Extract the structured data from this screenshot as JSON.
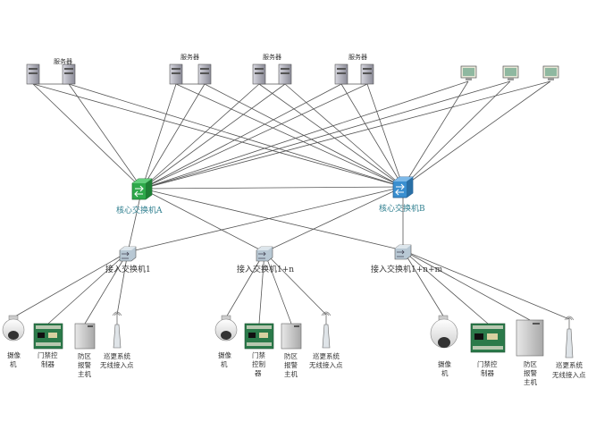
{
  "servers": {
    "group_labels": [
      "服务器",
      "服务器",
      "服务器",
      "服务器"
    ]
  },
  "core_switches": {
    "a_label": "核心交换机A",
    "b_label": "核心交换机B"
  },
  "access_switches": {
    "s1_label": "接入交换机1",
    "s2_label": "接入交换机1+n",
    "s3_label": "接入交换机1+n+m"
  },
  "endpoints": {
    "camera_label": [
      "摄像",
      "机"
    ],
    "door_label": [
      "门禁控",
      "制器"
    ],
    "door_label_mid": [
      "门禁",
      "控制",
      "器"
    ],
    "alarm_label": [
      "防区",
      "报警",
      "主机"
    ],
    "patrol_label": [
      "巡更系统",
      "无线接入点"
    ]
  },
  "colors": {
    "core_a": "#2ea84a",
    "core_b": "#3a8fd0",
    "line": "#555555"
  }
}
